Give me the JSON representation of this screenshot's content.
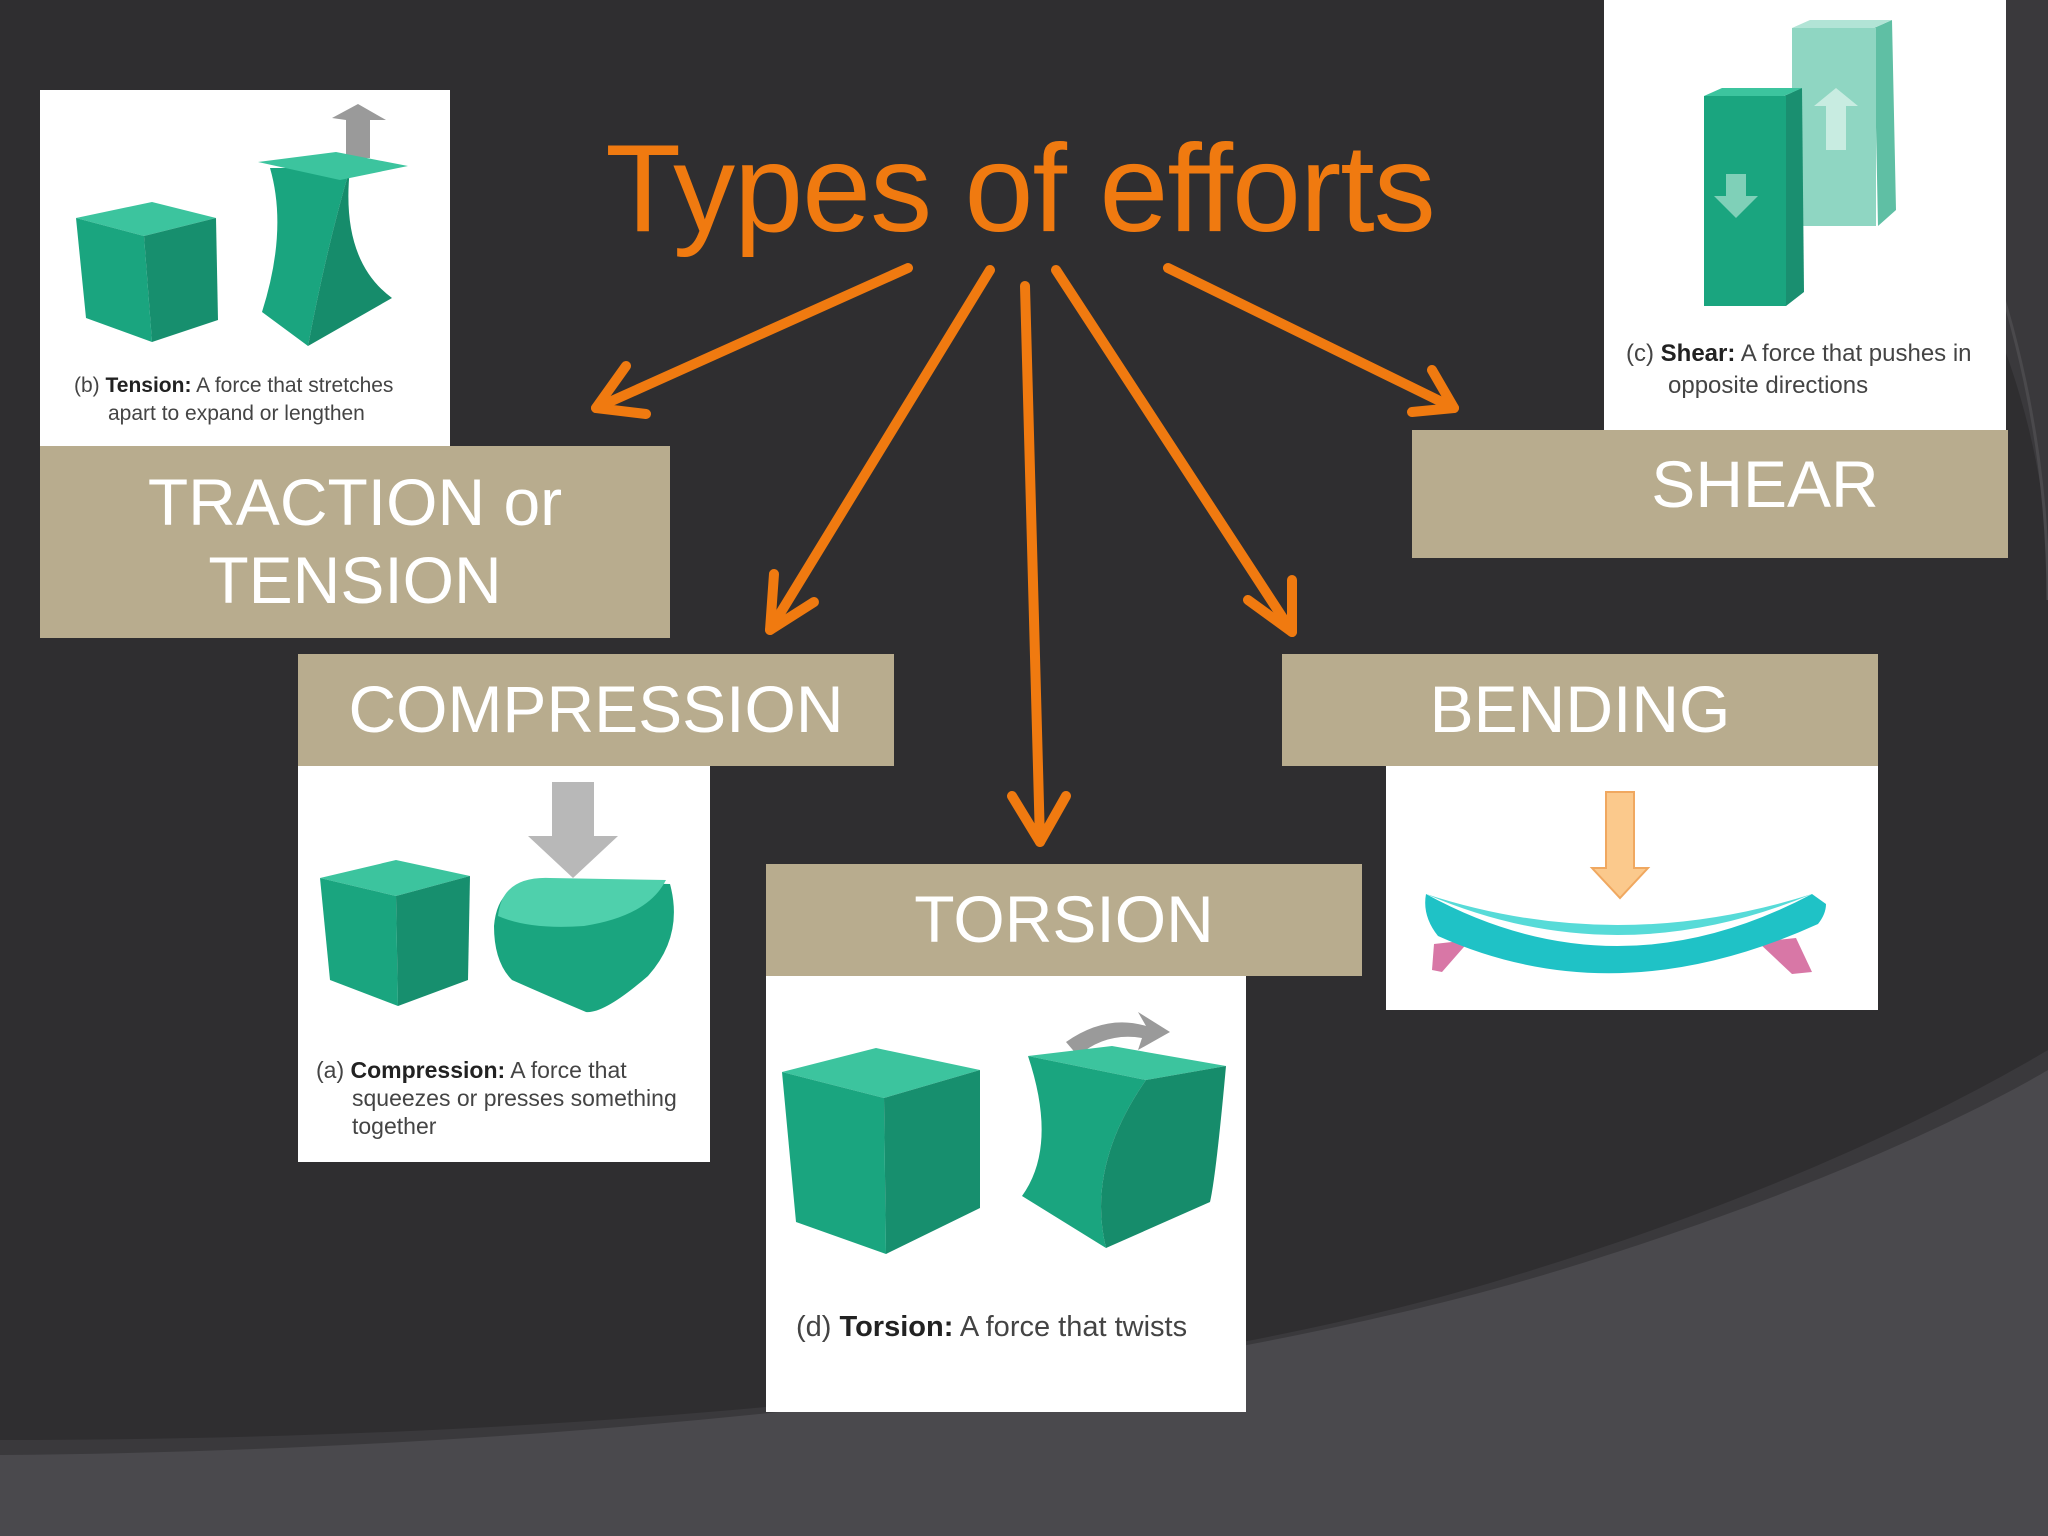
{
  "slide": {
    "title": "Types of efforts",
    "colors": {
      "accent": "#f07a10",
      "label_bg": "#b8ac8e",
      "shape": "#1faa86",
      "background": "#2f2e30"
    }
  },
  "labels": {
    "traction_line1": "TRACTION or",
    "traction_line2": "TENSION",
    "compression": "COMPRESSION",
    "torsion": "TORSION",
    "bending": "BENDING",
    "shear": "SHEAR"
  },
  "captions": {
    "tension": {
      "prefix": "(b)",
      "term": "Tension:",
      "line1": "A force that stretches",
      "line2": "apart to expand or lengthen"
    },
    "shear": {
      "prefix": "(c)",
      "term": "Shear:",
      "line1": "A force that pushes in",
      "line2": "opposite directions"
    },
    "compression": {
      "prefix": "(a)",
      "term": "Compression:",
      "line1": "A force that",
      "line2": "squeezes or presses something",
      "line3": "together"
    },
    "torsion": {
      "prefix": "(d)",
      "term": "Torsion:",
      "line1": "A force that twists"
    }
  }
}
